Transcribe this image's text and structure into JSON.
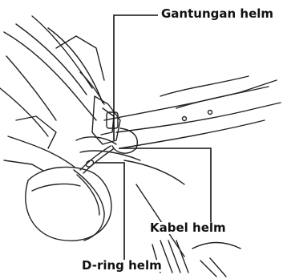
{
  "labels": {
    "helmet_holder": "Gantungan helm",
    "helmet_cable": "Kabel helm",
    "helmet_d_ring": "D-ring helm"
  },
  "colors": {
    "line": "#111111",
    "background": "#ffffff"
  }
}
